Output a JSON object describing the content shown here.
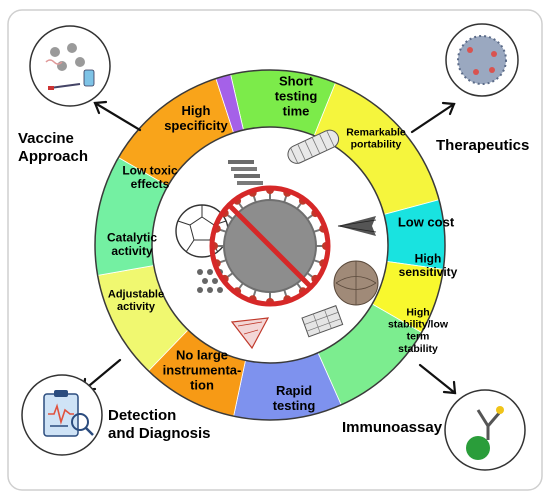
{
  "segments": [
    {
      "id": "short-testing-time",
      "lines": [
        "Short",
        "testing",
        "time"
      ],
      "color": "#7CEB4A"
    },
    {
      "id": "remarkable-portability",
      "lines": [
        "Remarkable",
        "portability"
      ],
      "color": "#F5F53D"
    },
    {
      "id": "low-cost",
      "lines": [
        "Low cost"
      ],
      "color": "#19E3E0"
    },
    {
      "id": "high-sensitivity",
      "lines": [
        "High",
        "sensitivity"
      ],
      "color": "#F8F82E"
    },
    {
      "id": "high-stability",
      "lines": [
        "High",
        "stability/low",
        "term",
        "stability"
      ],
      "color": "#7CED8F"
    },
    {
      "id": "rapid-testing",
      "lines": [
        "Rapid",
        "testing"
      ],
      "color": "#7E92EE"
    },
    {
      "id": "no-large-instrumentation",
      "lines": [
        "No large",
        "instrumenta-",
        "tion"
      ],
      "color": "#F79A15"
    },
    {
      "id": "adjustable-activity",
      "lines": [
        "Adjustable",
        "activity"
      ],
      "color": "#F0F870"
    },
    {
      "id": "catalytic-activity",
      "lines": [
        "Catalytic",
        "activity"
      ],
      "color": "#74F0A2"
    },
    {
      "id": "low-toxic-effects",
      "lines": [
        "Low toxic",
        "effects"
      ],
      "color": "#F9A41A"
    },
    {
      "id": "high-specificity",
      "lines": [
        "High",
        "specificity"
      ],
      "color": "#A561E8"
    }
  ],
  "corners": {
    "vaccine": [
      "Vaccine",
      "Approach"
    ],
    "therapeutics": [
      "Therapeutics"
    ],
    "detection": [
      "Detection",
      "and Diagnosis"
    ],
    "immunoassay": [
      "Immunoassay"
    ]
  },
  "colors": {
    "ring_outline": "#3a3a3a",
    "virus_body": "#8d8d8d",
    "virus_spike": "#c0392b",
    "no_sign": "#d62828"
  }
}
